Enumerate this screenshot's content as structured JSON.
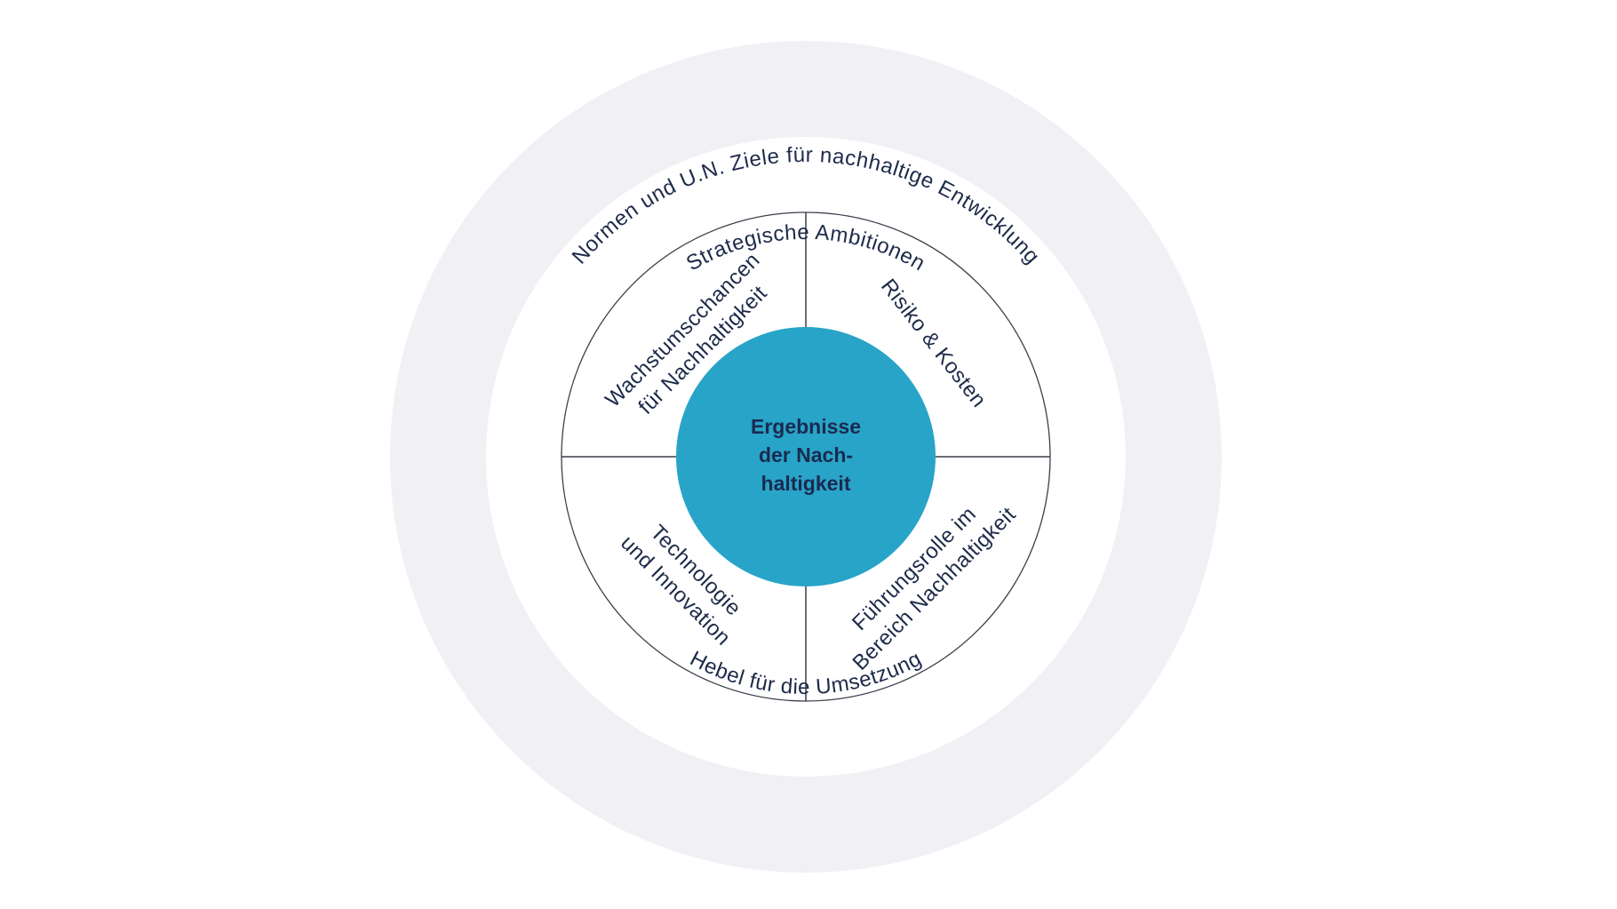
{
  "colors": {
    "outer_ring": "#f0f0f5",
    "inner_disc": "#ffffff",
    "lines": "#3a3f4a",
    "core": "#28a4c8",
    "text": "#1d2b4a",
    "core_text": "#1a2a50"
  },
  "outer_ring": {
    "label": "Normen und U.N. Ziele für nachhaltige Entwicklung"
  },
  "middle_ring": {
    "top_label": "Strategische Ambitionen",
    "bottom_label": "Hebel für die Umsetzung"
  },
  "quadrants": {
    "top_left": {
      "line1": "Wachstumscchancen",
      "line2": "für Nachhaltigkeit"
    },
    "top_right": {
      "line1": "Risiko & Kosten"
    },
    "bottom_left": {
      "line1": "Technologie",
      "line2": "und Innovation"
    },
    "bottom_right": {
      "line1": "Führungsrolle im",
      "line2": "Bereich Nachhaltigkeit"
    }
  },
  "core": {
    "line1": "Ergebnisse",
    "line2": "der Nach-",
    "line3": "haltigkeit"
  }
}
